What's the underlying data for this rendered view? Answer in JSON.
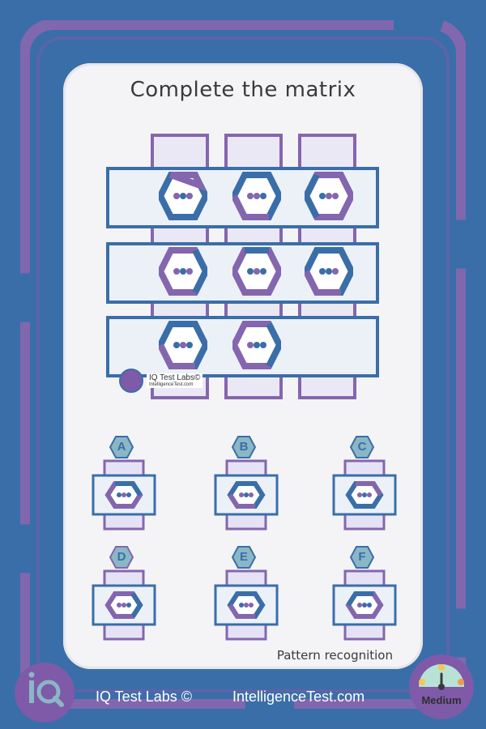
{
  "title": "Complete the matrix",
  "category": "Pattern recognition",
  "watermark": {
    "name": "IQ Test Labs©",
    "site": "IntelligenceTest.com"
  },
  "footer": {
    "brand": "IQ Test Labs ©",
    "site": "IntelligenceTest.com",
    "difficulty": "Medium"
  },
  "options": [
    {
      "letter": "A"
    },
    {
      "letter": "B"
    },
    {
      "letter": "C"
    },
    {
      "letter": "D"
    },
    {
      "letter": "E"
    },
    {
      "letter": "F"
    }
  ],
  "colors": {
    "background": "#3a6ea8",
    "accent": "#7e5aa8",
    "panel": "#f4f4f6",
    "blue": "#3a6ea8",
    "purple": "#8466ae"
  }
}
